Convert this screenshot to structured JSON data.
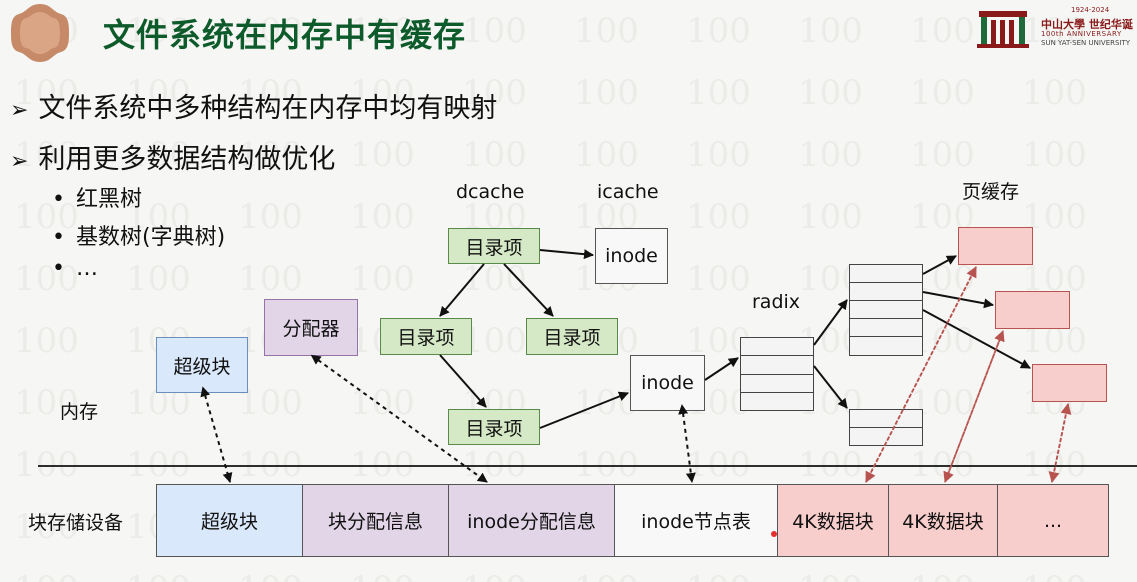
{
  "slide": {
    "title": "文件系统在内存中有缓存",
    "bullets": [
      "文件系统中多种结构在内存中均有映射",
      "利用更多数据结构做优化"
    ],
    "sub_bullets": [
      "红黑树",
      "基数树(字典树)",
      "…"
    ]
  },
  "logo": {
    "years": "1924-2024",
    "name_cn": "中山大學 世纪华诞",
    "anniversary": "100th ANNIVERSARY",
    "university": "SUN YAT-SEN UNIVERSITY"
  },
  "diagram": {
    "memory_label": "内存",
    "storage_label": "块存储设备",
    "dcache_label": "dcache",
    "icache_label": "icache",
    "radix_label": "radix",
    "page_cache_label": "页缓存",
    "superblock": "超级块",
    "allocator": "分配器",
    "dentry_root": "目录项",
    "dentry_left": "目录项",
    "dentry_right": "目录项",
    "dentry_bottom": "目录项",
    "inode_cached": "inode",
    "inode_main": "inode",
    "storage_blocks": [
      "超级块",
      "块分配信息",
      "inode分配信息",
      "inode节点表",
      "4K数据块",
      "4K数据块",
      "..."
    ]
  },
  "colors": {
    "title": "#0d5a2a",
    "dentry": "#d6e9c6",
    "superblock": "#dae8fc",
    "allocator": "#e1d5e7",
    "data_block": "#f8cecc",
    "page_arrow": "#b85450"
  }
}
